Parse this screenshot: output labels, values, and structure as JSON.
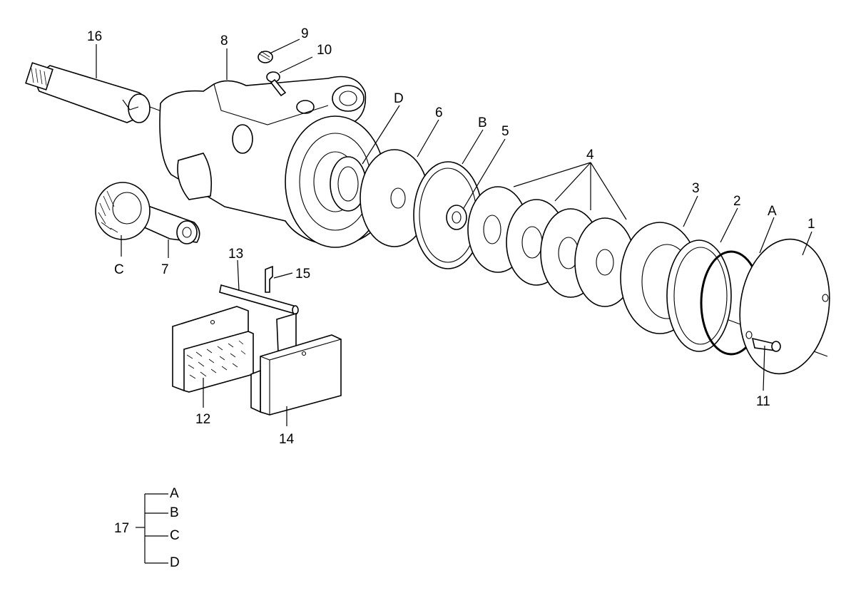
{
  "callouts": {
    "c1": "1",
    "c2": "2",
    "c3": "3",
    "c4": "4",
    "c5": "5",
    "c6": "6",
    "c7": "7",
    "c8": "8",
    "c9": "9",
    "c10": "10",
    "c11": "11",
    "c12": "12",
    "c13": "13",
    "c14": "14",
    "c15": "15",
    "c16": "16",
    "cA": "A",
    "cB": "B",
    "cC": "C",
    "cD": "D"
  },
  "bom": {
    "parent": "17",
    "children": [
      "A",
      "B",
      "C",
      "D"
    ]
  }
}
